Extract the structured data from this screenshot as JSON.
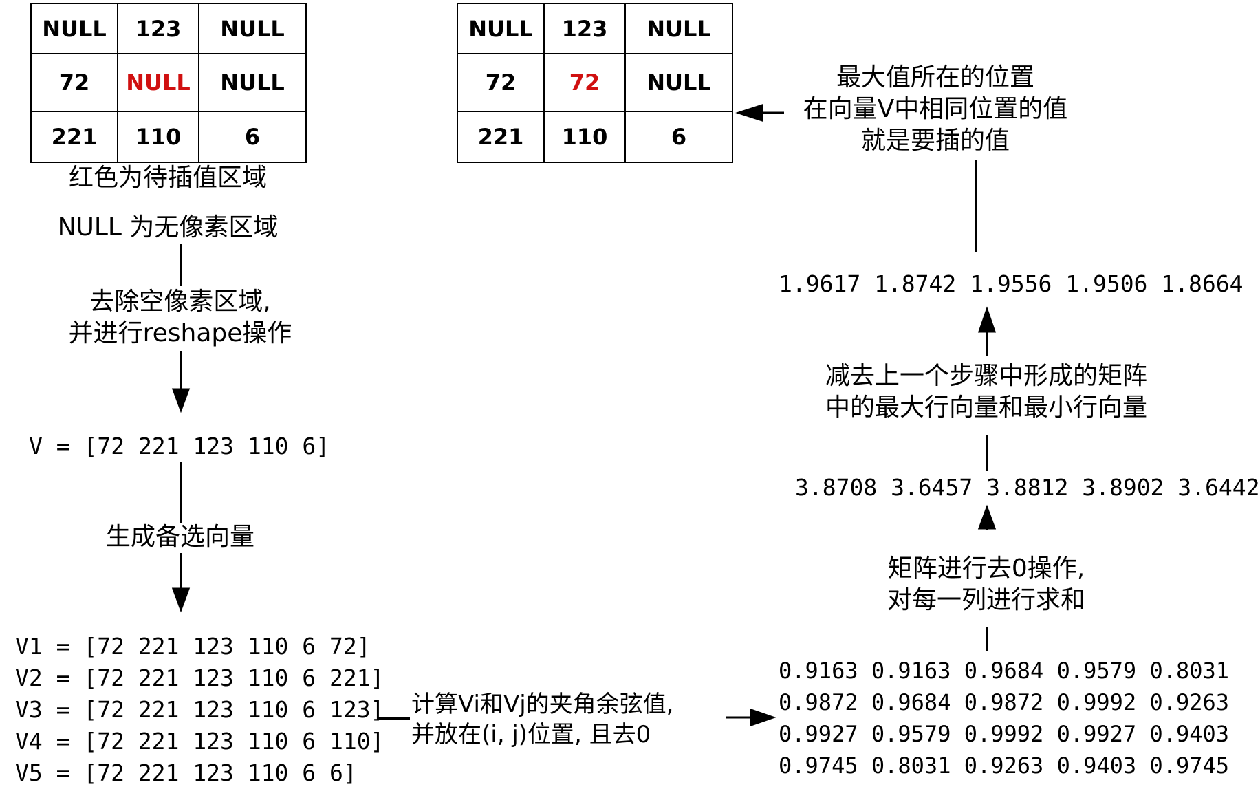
{
  "left_grid": {
    "rows": [
      [
        {
          "text": "NULL",
          "red": false
        },
        {
          "text": "123",
          "red": false
        },
        {
          "text": "NULL",
          "red": false
        }
      ],
      [
        {
          "text": "72",
          "red": false
        },
        {
          "text": "NULL",
          "red": true
        },
        {
          "text": "NULL",
          "red": false
        }
      ],
      [
        {
          "text": "221",
          "red": false
        },
        {
          "text": "110",
          "red": false
        },
        {
          "text": "6",
          "red": false
        }
      ]
    ]
  },
  "right_grid": {
    "rows": [
      [
        {
          "text": "NULL",
          "red": false
        },
        {
          "text": "123",
          "red": false
        },
        {
          "text": "NULL",
          "red": false
        }
      ],
      [
        {
          "text": "72",
          "red": false
        },
        {
          "text": "72",
          "red": true
        },
        {
          "text": "NULL",
          "red": false
        }
      ],
      [
        {
          "text": "221",
          "red": false
        },
        {
          "text": "110",
          "red": false
        },
        {
          "text": "6",
          "red": false
        }
      ]
    ]
  },
  "captions": {
    "red_region": "红色为待插值区域",
    "null_region": "NULL 为无像素区域"
  },
  "steps": {
    "remove_empty": [
      "去除空像素区域,",
      "并进行reshape操作"
    ],
    "generate": "生成备选向量",
    "cosine": [
      "计算Vi和Vj的夹角余弦值,",
      "并放在(i, j)位置, 且去0"
    ],
    "sum_cols": [
      "矩阵进行去0操作,",
      "对每一列进行求和"
    ],
    "subtract": [
      "减去上一个步骤中形成的矩阵",
      "中的最大行向量和最小行向量"
    ],
    "result": [
      "最大值所在的位置",
      "在向量V中相同位置的值",
      "就是要插的值"
    ]
  },
  "vector_v": "V = [72 221 123 110 6]",
  "candidates": [
    "V1 = [72 221 123 110 6 72]",
    "V2 = [72 221 123 110 6 221]",
    "V3 = [72 221 123 110 6 123]",
    "V4 = [72 221 123 110 6 110]",
    "V5 = [72 221 123 110 6 6]"
  ],
  "cosine_matrix": [
    "0.9163 0.9163 0.9684 0.9579 0.8031",
    "0.9872 0.9684 0.9872 0.9992 0.9263",
    "0.9927 0.9579 0.9992 0.9927 0.9403",
    "0.9745 0.8031 0.9263 0.9403 0.9745"
  ],
  "column_sums": "3.8708 3.6457 3.8812 3.8902 3.6442",
  "differences": "1.9617 1.8742 1.9556 1.9506 1.8664"
}
